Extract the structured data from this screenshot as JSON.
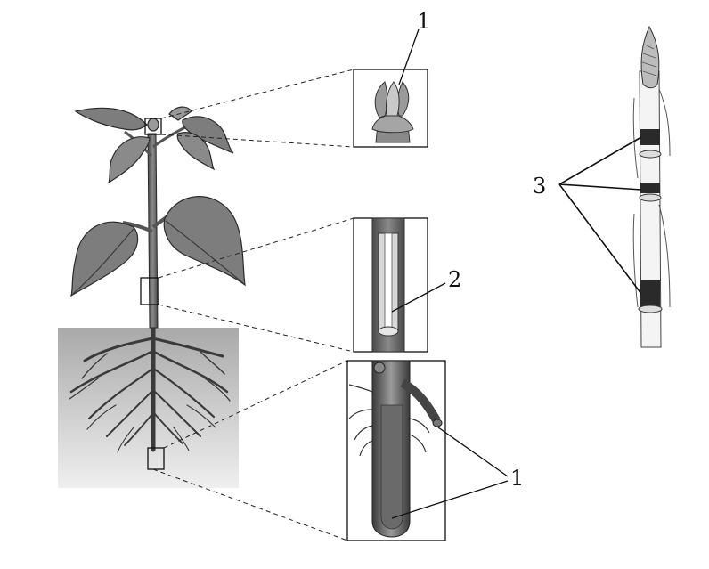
{
  "labels": {
    "apex_label": "1",
    "cambium_label": "2",
    "root_tip_label": "1",
    "intercalary_label": "3"
  },
  "colors": {
    "soil": "#b9b9b9",
    "leaf": "#7d7d7d",
    "leaf_dark": "#4a4a4a",
    "stem": "#6e6e6e",
    "outline": "#2a2a2a"
  }
}
